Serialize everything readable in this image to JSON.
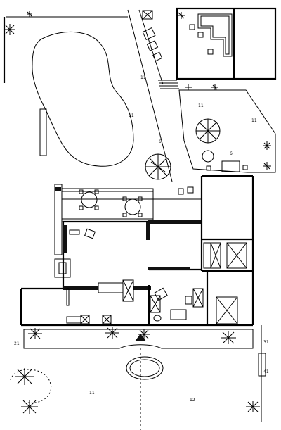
{
  "plan": {
    "room_labels": [
      "21",
      "11",
      "11",
      "11",
      "11",
      "6",
      "6",
      "31",
      "41",
      "11",
      "12"
    ]
  }
}
